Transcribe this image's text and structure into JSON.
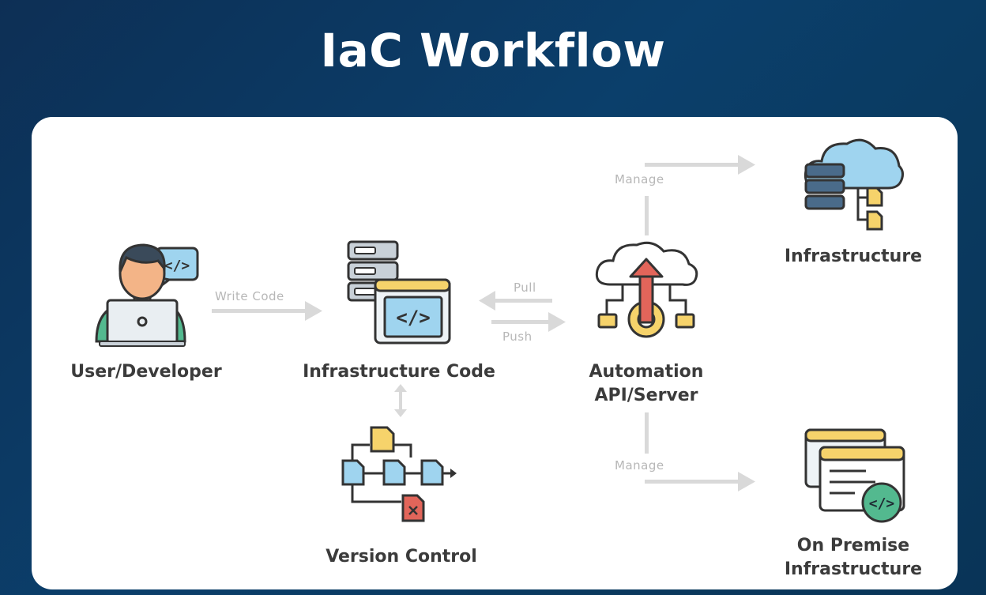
{
  "title": "IaC Workflow",
  "nodes": {
    "user": "User/Developer",
    "infra_code": "Infrastructure Code",
    "automation": "Automation\nAPI/Server",
    "infrastructure": "Infrastructure",
    "on_premise": "On Premise\nInfrastructure",
    "version_control": "Version Control"
  },
  "edges": {
    "write_code": "Write Code",
    "pull": "Pull",
    "push": "Push",
    "manage_top": "Manage",
    "manage_bottom": "Manage"
  },
  "icons": {
    "user": "developer-laptop-icon",
    "infra_code": "server-code-icon",
    "automation": "cloud-upload-gear-icon",
    "infrastructure": "cloud-database-icon",
    "on_premise": "browser-windows-code-icon",
    "version_control": "file-branch-icon"
  },
  "colors": {
    "background": "#0b3a63",
    "panel": "#ffffff",
    "arrow": "#d9d9d9",
    "text": "#3b3b3b",
    "accent_blue": "#9fd4ef",
    "accent_yellow": "#f6d36b",
    "accent_red": "#e2655a",
    "accent_green": "#53b98f"
  }
}
